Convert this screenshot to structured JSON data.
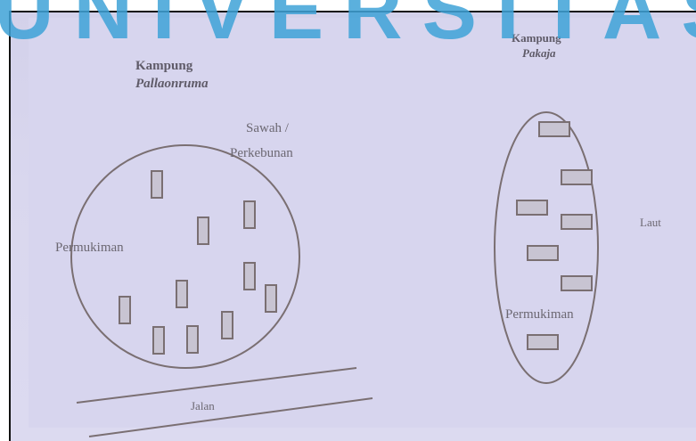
{
  "watermark": {
    "text": "UNIVERSITAS"
  },
  "left_village": {
    "title_line1": "Kampung",
    "title_line2": "Pallaonruma",
    "settlement_label": "Permukiman",
    "field_label_line1": "Sawah /",
    "field_label_line2": "Perkebunan"
  },
  "right_village": {
    "title_line1": "Kampung",
    "title_line2": "Pakaja",
    "settlement_label": "Permukiman",
    "sea_label": "Laut"
  },
  "road": {
    "label": "Jalan"
  },
  "colors": {
    "background": "#d7d5ee",
    "outline": "#7a6f72",
    "house_fill": "#c8c4d2",
    "text": "#6c6872",
    "watermark": "#3fa3d8"
  }
}
